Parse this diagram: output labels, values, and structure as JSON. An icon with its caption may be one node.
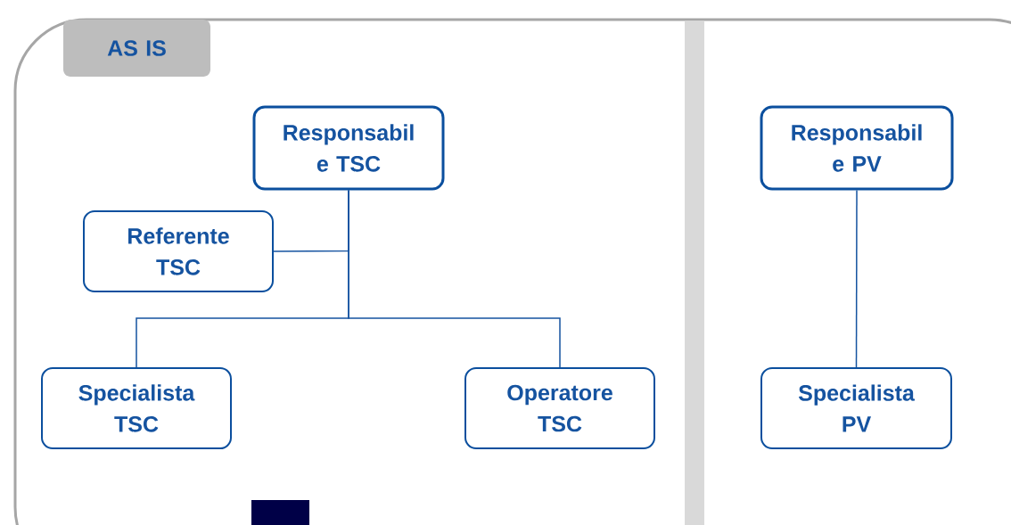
{
  "diagram": {
    "nodes": [
      {
        "text": [
          "AS IS"
        ]
      },
      {
        "text": [
          "Responsabil e TSC"
        ]
      },
      {
        "text": [
          "Referente TSC"
        ]
      },
      {
        "text": [
          "Specialista TSC"
        ]
      },
      {
        "text": [
          "Operatore TSC"
        ]
      },
      {
        "text": [
          "Responsabil e PV"
        ]
      },
      {
        "text": [
          "Specialista PV"
        ]
      }
    ],
    "edges": [
      {
        "from": 1,
        "to": 2,
        "arrow": "none"
      },
      {
        "from": 1,
        "to": 3,
        "arrow": "none"
      },
      {
        "from": 1,
        "to": 4,
        "arrow": "none"
      },
      {
        "from": 5,
        "to": 6,
        "arrow": "none"
      }
    ]
  }
}
